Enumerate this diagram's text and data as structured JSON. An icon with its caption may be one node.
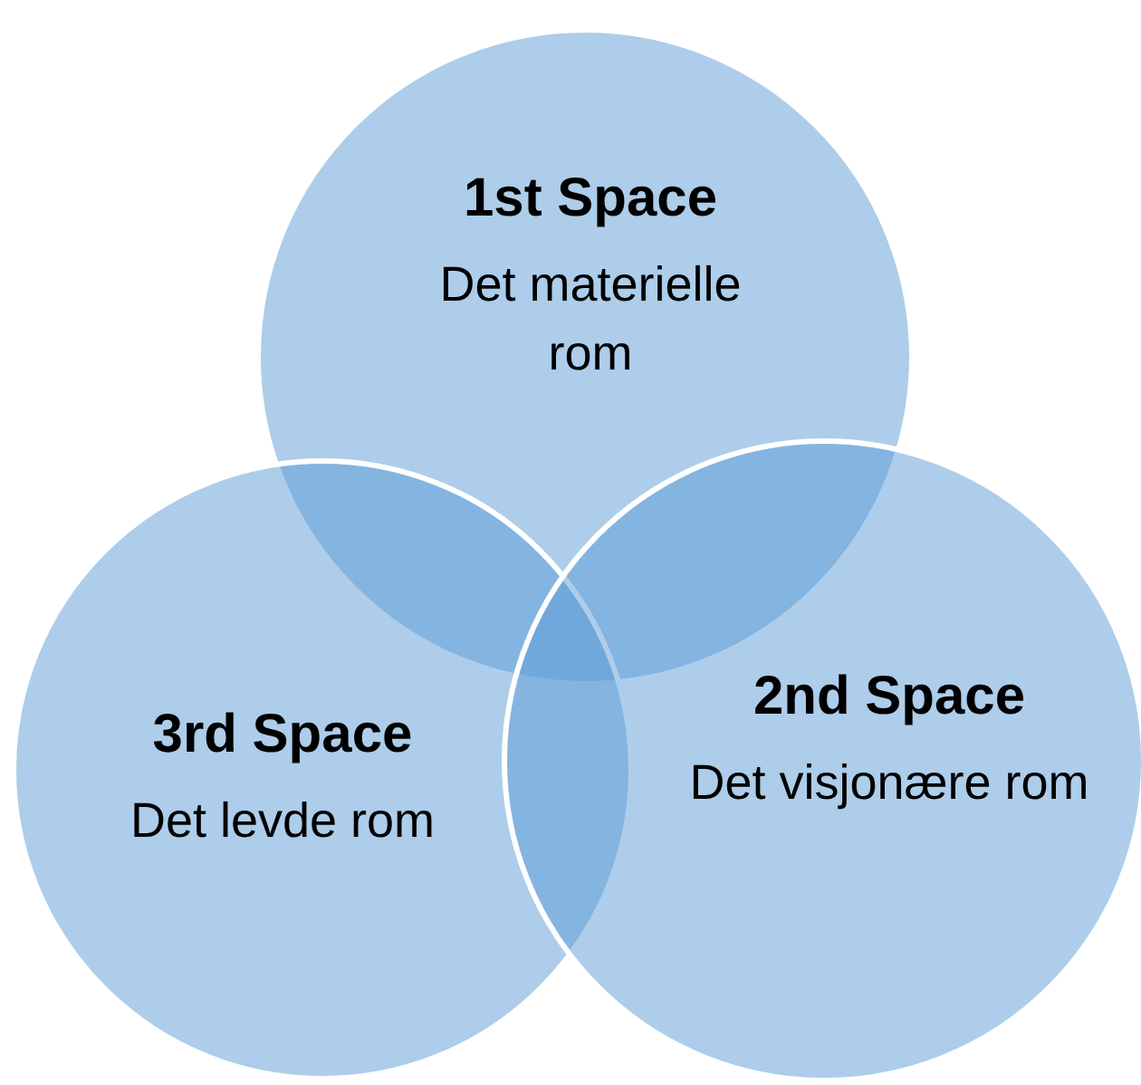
{
  "diagram": {
    "nodes": [
      {
        "text": [
          "1st Space",
          "Det materielle rom"
        ]
      },
      {
        "text": [
          "3rd Space",
          "Det levde rom"
        ]
      },
      {
        "text": [
          "2nd Space",
          "Det visjonære rom"
        ]
      }
    ]
  }
}
